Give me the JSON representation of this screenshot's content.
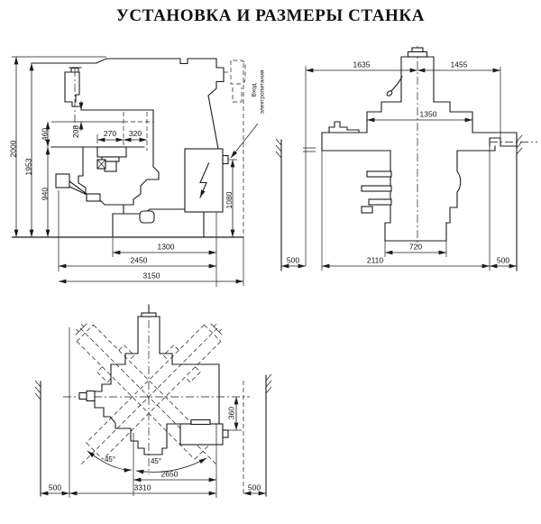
{
  "title": "УСТАНОВКА И РАЗМЕРЫ СТАНКА",
  "side_view": {
    "power_input_line1": "Вход",
    "power_input_line2": "электропитания",
    "dims": {
      "overall_height": "2000",
      "height_to_top": "1953",
      "table_height": "940",
      "dim_460": "460",
      "dim_208": "208",
      "dim_270": "270",
      "dim_320": "320",
      "power_inlet_height": "1080",
      "dim_1300": "1300",
      "dim_2450": "2450",
      "overall_length": "3150"
    }
  },
  "plan_view": {
    "dims": {
      "left_of_axis": "1635",
      "right_of_axis": "1455",
      "dim_1350": "1350",
      "base_width": "720",
      "overall_width": "2110",
      "left_wall_gap": "500",
      "right_wall_gap": "500"
    }
  },
  "swivel_view": {
    "dims": {
      "dim_360": "360",
      "angle_left": "45°",
      "angle_right": "45°",
      "dim_2650": "2650",
      "dim_3310": "3310",
      "left_wall_gap": "500",
      "right_wall_gap": "500"
    }
  }
}
